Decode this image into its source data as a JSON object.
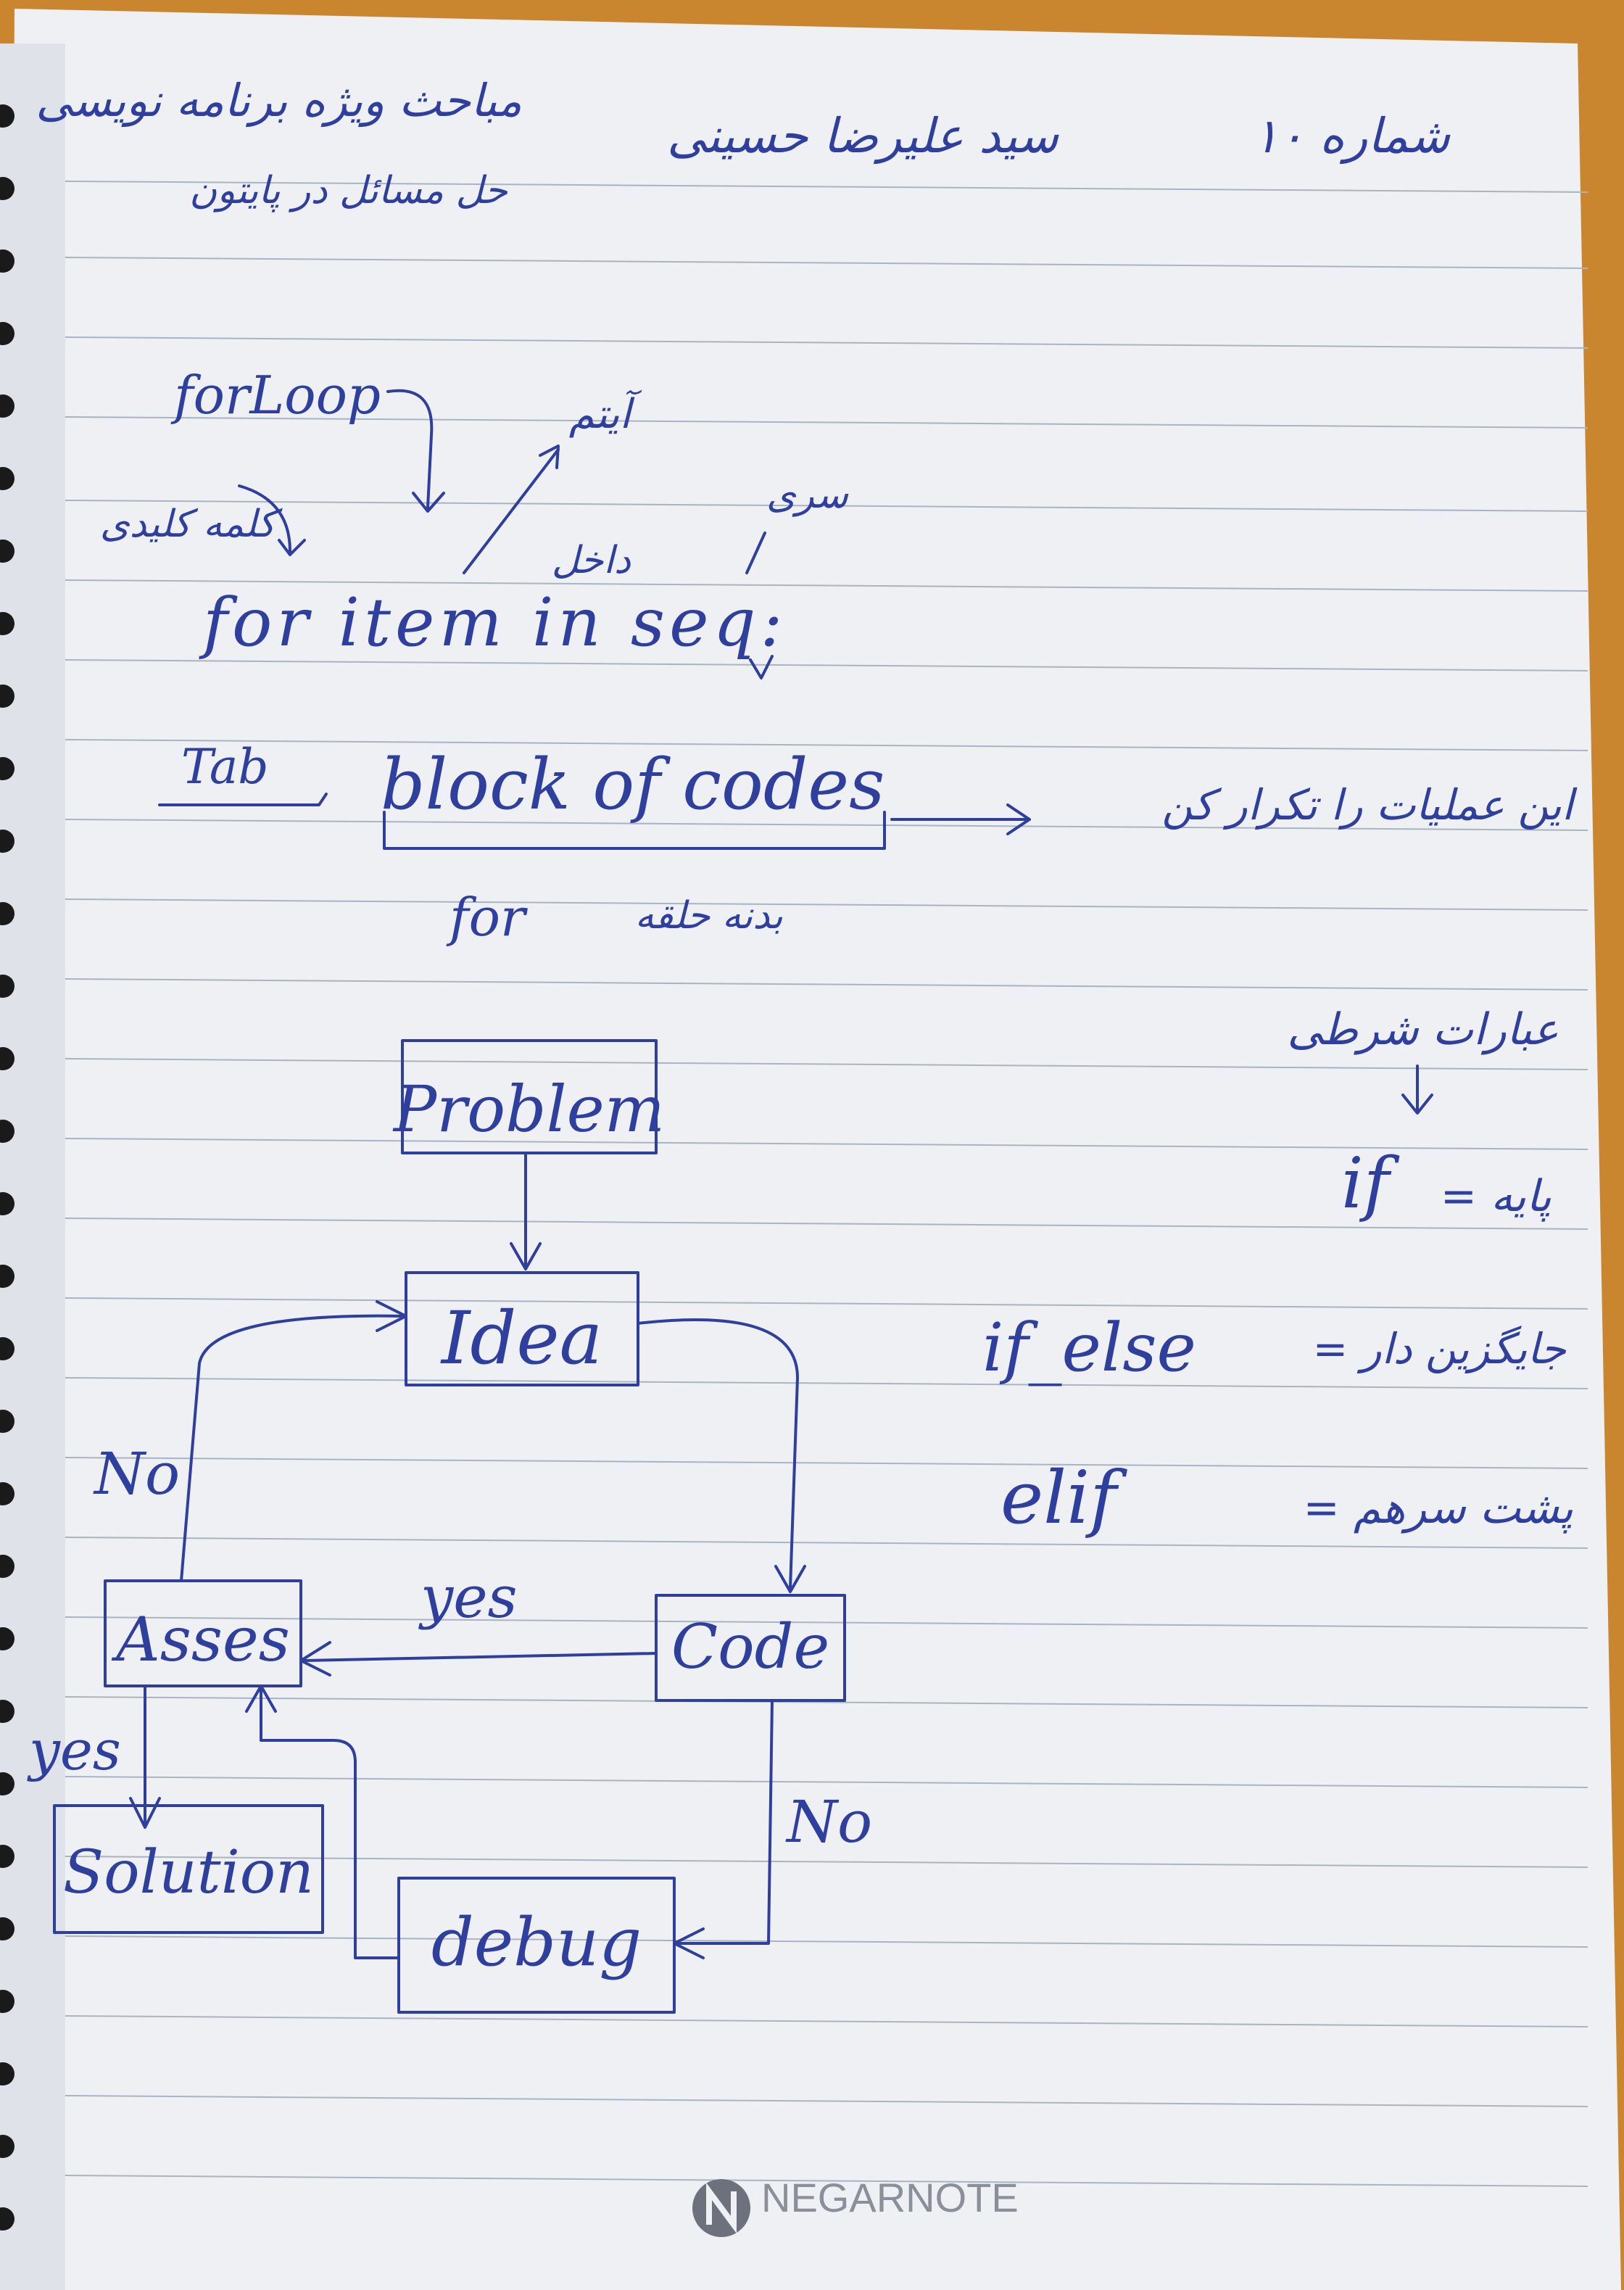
{
  "header": {
    "topic_line1": "مباحث ویژه برنامه نویسی",
    "topic_line2": "حل مسائل در پایتون",
    "author": "سید علیرضا حسینی",
    "session": "شماره ۱۰"
  },
  "for_loop": {
    "label_forloop": "forLoop",
    "label_item": "آیتم",
    "label_keyword": "کلمه کلیدی",
    "label_in": "داخل",
    "label_seq": "سری",
    "code_line": "for item in seq:",
    "tab_label": "Tab",
    "block_label": "block of codes",
    "block_note": "این عملیات را تکرار کن",
    "body_label_fa": "بدنه حلقه",
    "body_label_en": "for"
  },
  "conditions": {
    "title": "عبارات شرطی",
    "if_label": "if",
    "if_meaning": "= پایه",
    "if_else_label": "if_else",
    "if_else_meaning": "= جایگزین دار",
    "elif_label": "elif",
    "elif_meaning": "= پشت سرهم"
  },
  "flowchart": {
    "problem": "Problem",
    "idea": "Idea",
    "code": "Code",
    "asses": "Asses",
    "solution": "Solution",
    "debug": "debug",
    "edge_no_left": "No",
    "edge_yes_code": "yes",
    "edge_yes_down": "yes",
    "edge_no_code": "No"
  },
  "footer": {
    "brand": "NEGARNOTE"
  },
  "colors": {
    "ink": "#2f3f9e",
    "paper": "#eef0f4",
    "rule": "#a9b3c2",
    "backdrop": "#c9862f"
  },
  "icons": {
    "brand_logo": "negarnote-logo-icon",
    "rings": "spiral-ring-icon"
  }
}
